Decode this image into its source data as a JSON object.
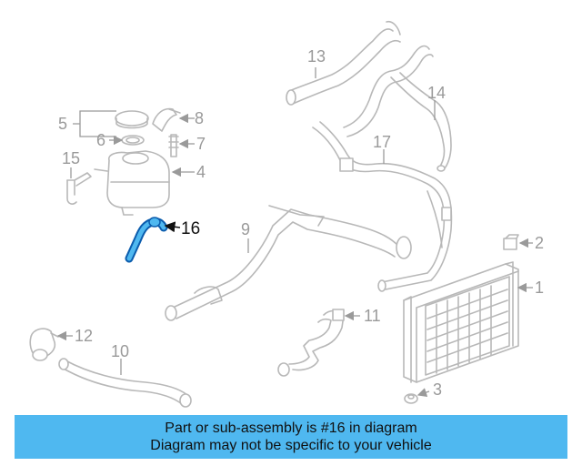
{
  "highlight": {
    "part_number": "16",
    "color": "#4fb8f0"
  },
  "callouts": {
    "n1": "1",
    "n2": "2",
    "n3": "3",
    "n4": "4",
    "n5": "5",
    "n6": "6",
    "n7": "7",
    "n8": "8",
    "n9": "9",
    "n10": "10",
    "n11": "11",
    "n12": "12",
    "n13": "13",
    "n14": "14",
    "n15": "15",
    "n17": "17"
  },
  "banner": {
    "line1": "Part or sub-assembly is #16 in diagram",
    "line2": "Diagram may not be specific to your vehicle",
    "background": "#4fb8f0"
  }
}
